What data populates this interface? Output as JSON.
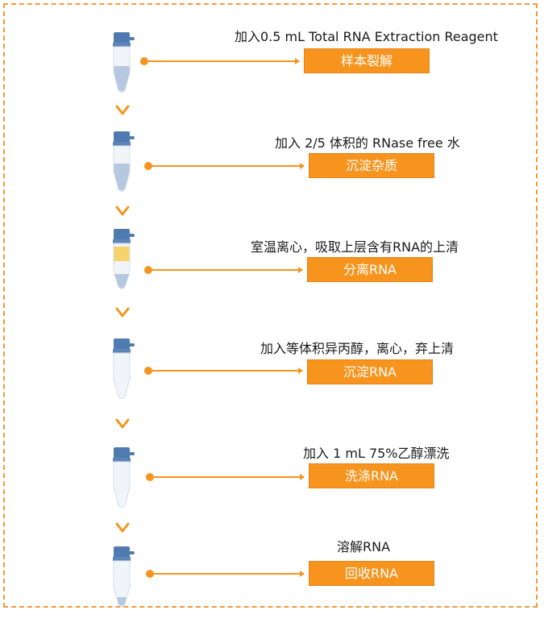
{
  "colors": {
    "accent": "#f7941d",
    "frame": "#f29a38",
    "tube_cap": "#4f7bb0",
    "tube_liquid": "#b6c7e0",
    "tube_supernatant": "#f7d46b"
  },
  "steps": [
    {
      "description": "加入0.5 mL Total RNA Extraction Reagent",
      "label": "样本裂解",
      "tube": "lysate"
    },
    {
      "description": "加入 2/5 体积的 RNase free 水",
      "label": "沉淀杂质",
      "tube": "lysate"
    },
    {
      "description": "室温离心，吸取上层含有RNA的上清",
      "label": "分离RNA",
      "tube": "phase-separated"
    },
    {
      "description": "加入等体积异丙醇，离心，弃上清",
      "label": "沉淀RNA",
      "tube": "empty"
    },
    {
      "description": "加入 1 mL 75%乙醇漂洗",
      "label": "洗涤RNA",
      "tube": "empty"
    },
    {
      "description": "溶解RNA",
      "label": "回收RNA",
      "tube": "small-volume"
    }
  ]
}
